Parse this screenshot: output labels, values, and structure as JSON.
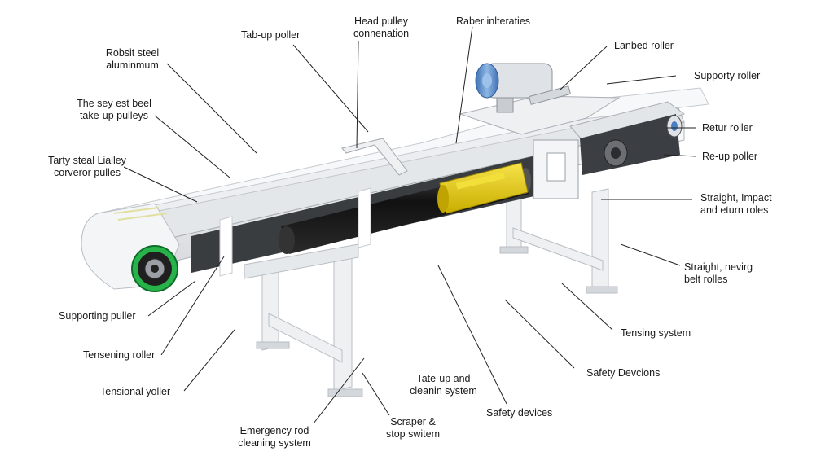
{
  "labels": {
    "head_pulley": [
      "Head pulley",
      "connenation"
    ],
    "rubber_interfaces": [
      "Raber inlteraties"
    ],
    "tab_up_puller": [
      "Tab-up poller"
    ],
    "robust_steel": [
      "Robsit steel",
      "aluminmum"
    ],
    "belt_takeup": [
      "The sey est beel",
      "take-up pulleys"
    ],
    "conveyor_pulleys": [
      "Tarty steal Lialley",
      "corveror pulles"
    ],
    "labeled_roller": [
      "Lanbed roller"
    ],
    "supporty_roller": [
      "Supporty roller"
    ],
    "return_roller": [
      "Retur roller"
    ],
    "reup_puller": [
      "Re-up poller"
    ],
    "impact_return": [
      "Straight, Impact",
      "and eturn roles"
    ],
    "belt_rollers": [
      "Straight, nevirg",
      "belt rolles"
    ],
    "tensing_system": [
      "Tensing system"
    ],
    "safety_devicions": [
      "Safety Devcions"
    ],
    "supporting_puller": [
      "Supporting puller"
    ],
    "tensening_roller": [
      "Tensening roller"
    ],
    "tensional_yoller": [
      "Tensional yoller"
    ],
    "takeup_cleaning": [
      "Tate-up and",
      "cleanin system"
    ],
    "safety_devices": [
      "Safety devices"
    ],
    "emergency_rod": [
      "Emergency rod",
      "cleaning system"
    ],
    "scraper_stop": [
      "Scraper &",
      "stop switem"
    ]
  },
  "colors": {
    "frame": "#f2f3f5",
    "frame_shade": "#d9dce0",
    "belt": "#e9ebee",
    "roller_black": "#1c1c1c",
    "motor_yellow": "#e8cf12",
    "pulley_green": "#27b34a",
    "motor_blue": "#5f8fc8"
  }
}
